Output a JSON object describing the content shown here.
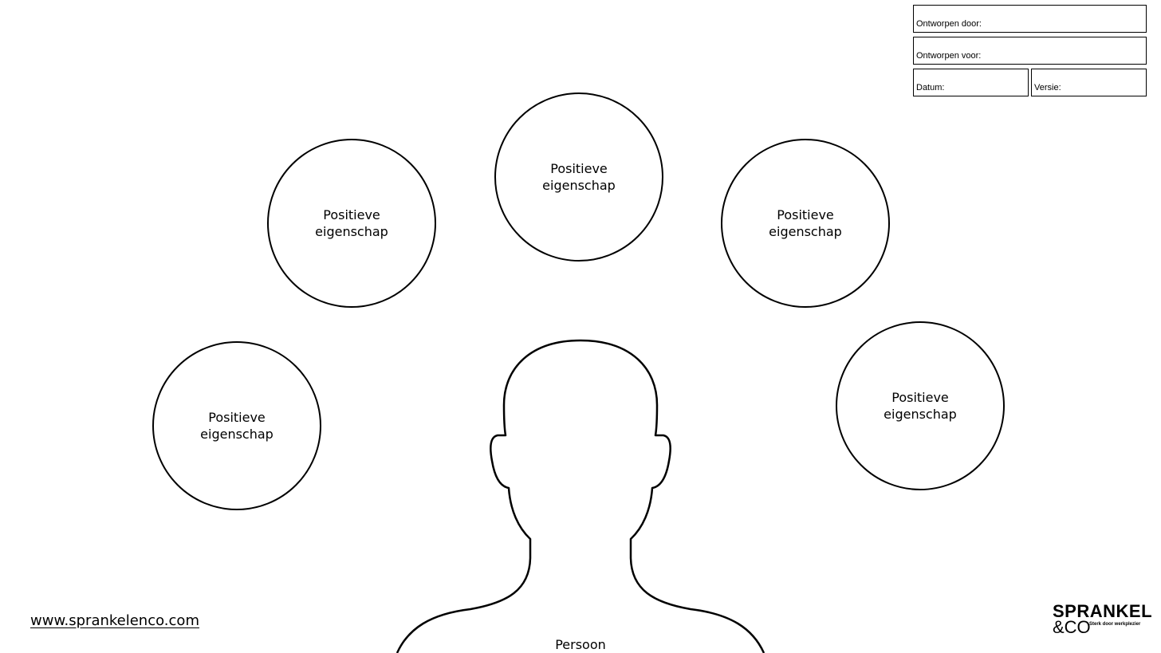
{
  "header": {
    "designed_by_label": "Ontworpen door:",
    "designed_for_label": "Ontworpen voor:",
    "date_label": "Datum:",
    "version_label": "Versie:"
  },
  "traits": [
    {
      "label": "Positieve eigenschap"
    },
    {
      "label": "Positieve eigenschap"
    },
    {
      "label": "Positieve eigenschap"
    },
    {
      "label": "Positieve eigenschap"
    },
    {
      "label": "Positieve eigenschap"
    }
  ],
  "person": {
    "label": "Persoon"
  },
  "footer": {
    "website": "www.sprankelenco.com"
  },
  "brand": {
    "name": "SPRANKEL",
    "amp_co": "&CO",
    "tagline": "Sterk door werkplezier"
  }
}
